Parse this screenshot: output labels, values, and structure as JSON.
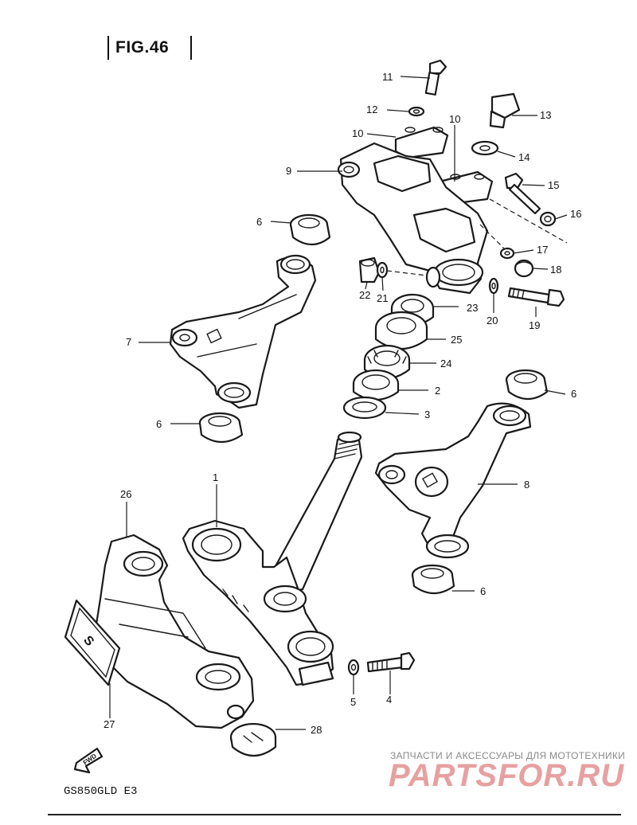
{
  "figure": {
    "title": "FIG.46",
    "model_code": "GS850GLD E3",
    "fwd_label": "FWD"
  },
  "watermark": {
    "line1": "ЗАПЧАСТИ И АКСЕССУАРЫ ДЛЯ МОТОТЕХНИКИ",
    "line2": "PARTSFOR.RU",
    "color": "#e7a0a0"
  },
  "callouts": {
    "c1": "1",
    "c2": "2",
    "c3": "3",
    "c4": "4",
    "c5": "5",
    "c6a": "6",
    "c6b": "6",
    "c6c": "6",
    "c6d": "6",
    "c7": "7",
    "c8": "8",
    "c9": "9",
    "c10a": "10",
    "c10b": "10",
    "c11": "11",
    "c12": "12",
    "c13": "13",
    "c14": "14",
    "c15": "15",
    "c16": "16",
    "c17": "17",
    "c18": "18",
    "c19": "19",
    "c20": "20",
    "c21": "21",
    "c22": "22",
    "c23": "23",
    "c24": "24",
    "c25": "25",
    "c26": "26",
    "c27": "27",
    "c28": "28"
  }
}
